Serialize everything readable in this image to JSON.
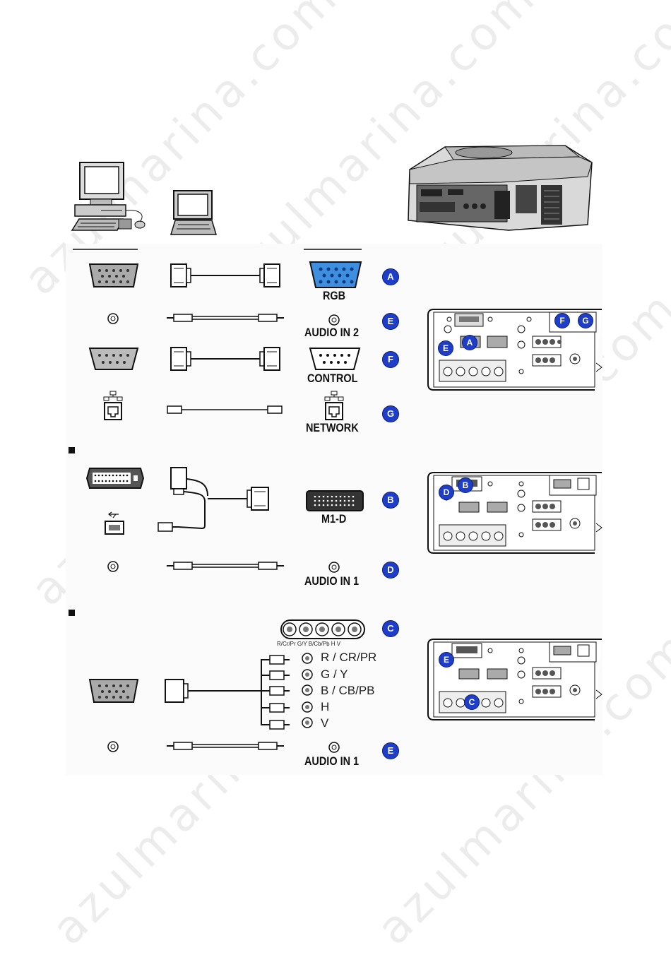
{
  "watermark": "azulmarina.com",
  "labels": {
    "rgb": "RGB",
    "audio_in_2": "AUDIO IN 2",
    "control": "CONTROL",
    "network": "NETWORK",
    "m1d": "M1-D",
    "audio_in_1_a": "AUDIO IN 1",
    "audio_in_1_b": "AUDIO IN 1"
  },
  "badges": {
    "a": "A",
    "e": "E",
    "f": "F",
    "g": "G",
    "b": "B",
    "d": "D",
    "c": "C",
    "e2": "E",
    "panel1_f": "F",
    "panel1_g": "G",
    "panel1_e": "E",
    "panel1_a": "A",
    "panel2_d": "D",
    "panel2_b": "B",
    "panel3_e": "E",
    "panel3_c": "C"
  },
  "component": {
    "small_labels": "R/Cr/Pr  G/Y  B/Cb/Pb  H    V",
    "r": "R / CR/PR",
    "g": "G / Y",
    "b": "B / CB/PB",
    "h": "H",
    "v": "V"
  },
  "colors": {
    "badge": "#1e3ec9",
    "rgb_port": "#3f8fe0"
  }
}
